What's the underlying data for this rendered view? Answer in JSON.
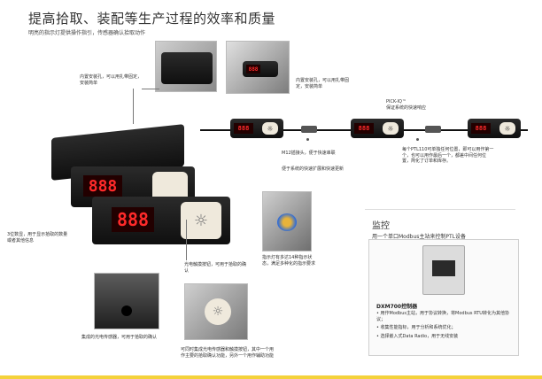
{
  "header": {
    "title": "提高拾取、装配等生产过程的效率和质量",
    "subtitle": "明亮的指示灯提供操作指引，传感器确认拾取动作"
  },
  "callouts": {
    "built_in_magnet": "内置安装孔，可以用扎带固定，安装简单",
    "built_in_magnet_2": "内置安装孔，可以用扎带固定，安装简单",
    "pick_iq": "PICK-IQ™",
    "pick_iq_sub": "保证系统的快速响应",
    "m12": "M12插接头，便于快速串联",
    "m12_sub": "便于系统的快速扩展和快速更新",
    "ptl110": "每个PTL110可单独任何位置，即可以用作第一个，也可以用作最后一个，都差中间任何位置，简化了订单和库存。",
    "digits": "3位数显，用于显示拾取的数量或者其他信息",
    "touch_btn": "光电触摸按钮，可用于拾取的确认",
    "led_colors": "指示灯有多达14种指示状态，满足多种化的指示要求",
    "sensor": "集成的光电传感器，可用于拾取的确认",
    "bottom": "可同时集成光电传感器和触摸按钮，其中一个用作主要的拾取确认功能，另外一个用作辅助功能"
  },
  "display": {
    "digits": "888"
  },
  "monitor": {
    "title": "监控",
    "subtitle": "用一个单口Modbus主站来控制PTL设备",
    "device_title": "DXM700控制器",
    "bullets": [
      "• 用作Modbus主站，用于协议转换，将Modbus RTU转化为其他协议；",
      "• 收集性能指标，用于分析和系统优化；",
      "• 选择嵌入式Data Radio，用于无线安装"
    ]
  }
}
